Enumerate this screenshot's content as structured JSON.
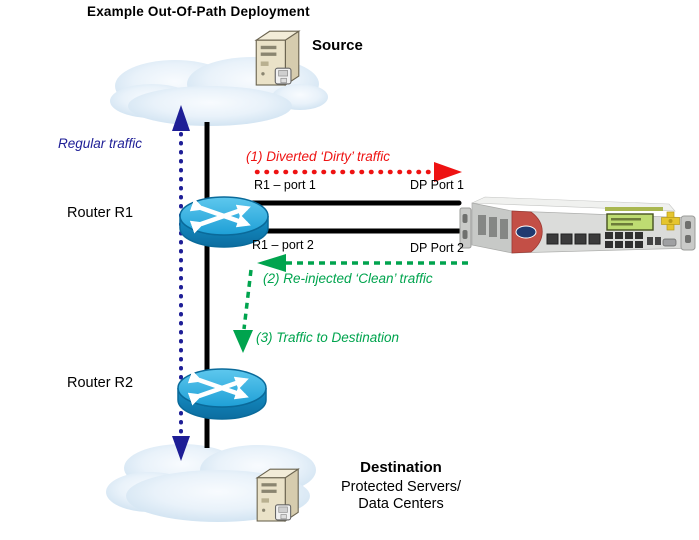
{
  "title": "Example Out-Of-Path Deployment",
  "colors": {
    "red": "#ee1212",
    "green": "#00a44e",
    "navy": "#1e1e96",
    "black": "#000000"
  },
  "nodes": {
    "source": {
      "label": "Source"
    },
    "router_r1": {
      "label": "Router R1"
    },
    "router_r2": {
      "label": "Router R2"
    },
    "destination": {
      "title": "Destination",
      "line2": "Protected Servers/",
      "line3": "Data Centers"
    }
  },
  "ports": {
    "r1_port1": "R1 – port 1",
    "r1_port2": "R1 – port 2",
    "dp_port1": "DP Port 1",
    "dp_port2": "DP Port 2"
  },
  "flows": {
    "regular": {
      "label": "Regular traffic",
      "color": "#1e1e96",
      "style": "dotted-double-arrow"
    },
    "diverted": {
      "label": "(1) Diverted ‘Dirty’ traffic",
      "color": "#ee1212",
      "style": "dotted-arrow-right"
    },
    "reinjected": {
      "label": "(2) Re-injected ‘Clean’ traffic",
      "color": "#00a44e",
      "style": "dashed-arrow-left"
    },
    "to_destination": {
      "label": "(3) Traffic to Destination",
      "color": "#00a44e",
      "style": "dashed-arrow-down"
    }
  }
}
